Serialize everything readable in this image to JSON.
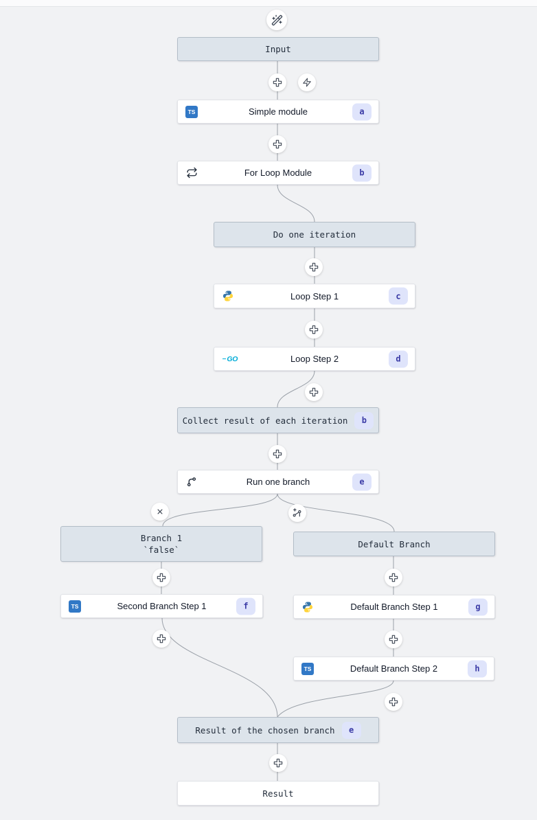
{
  "colors": {
    "canvas_bg": "#f1f2f4",
    "gray_node_bg": "#dde4eb",
    "gray_node_border": "#b3bdc7",
    "white_node_bg": "#ffffff",
    "badge_bg": "#dfe4fb",
    "badge_text": "#3b3ba6",
    "edge": "#9aa0a8",
    "typescript_blue": "#3178c6",
    "go_cyan": "#00acd7",
    "python_blue": "#3776ab",
    "python_yellow": "#ffd43b"
  },
  "icons": {
    "top": "wand-sparkles-icon",
    "insert": "plus-cross-icon",
    "trigger": "zap-icon",
    "loop": "repeat-icon",
    "branch": "git-branch-icon",
    "remove_branch": "x-icon",
    "add_branch": "branch-plus-icon",
    "ts_text": "TS",
    "go_text": "GO"
  },
  "nodes": {
    "input": {
      "label": "Input"
    },
    "simple_module": {
      "label": "Simple module",
      "badge": "a",
      "language": "typescript"
    },
    "for_loop_module": {
      "label": "For Loop Module",
      "badge": "b",
      "icon": "repeat"
    },
    "do_one_iteration": {
      "label": "Do one iteration"
    },
    "loop_step_1": {
      "label": "Loop Step 1",
      "badge": "c",
      "language": "python"
    },
    "loop_step_2": {
      "label": "Loop Step 2",
      "badge": "d",
      "language": "go"
    },
    "collect_result": {
      "label": "Collect result of each iteration",
      "badge": "b"
    },
    "run_one_branch": {
      "label": "Run one branch",
      "badge": "e",
      "icon": "git-branch"
    },
    "branch_1": {
      "label": "Branch 1",
      "sublabel": "`false`"
    },
    "default_branch": {
      "label": "Default Branch"
    },
    "second_branch_step_1": {
      "label": "Second Branch Step 1",
      "badge": "f",
      "language": "typescript"
    },
    "default_branch_step_1": {
      "label": "Default Branch Step 1",
      "badge": "g",
      "language": "python"
    },
    "default_branch_step_2": {
      "label": "Default Branch Step 2",
      "badge": "h",
      "language": "typescript"
    },
    "result_of_chosen_branch": {
      "label": "Result of the chosen branch",
      "badge": "e"
    },
    "result": {
      "label": "Result"
    }
  }
}
